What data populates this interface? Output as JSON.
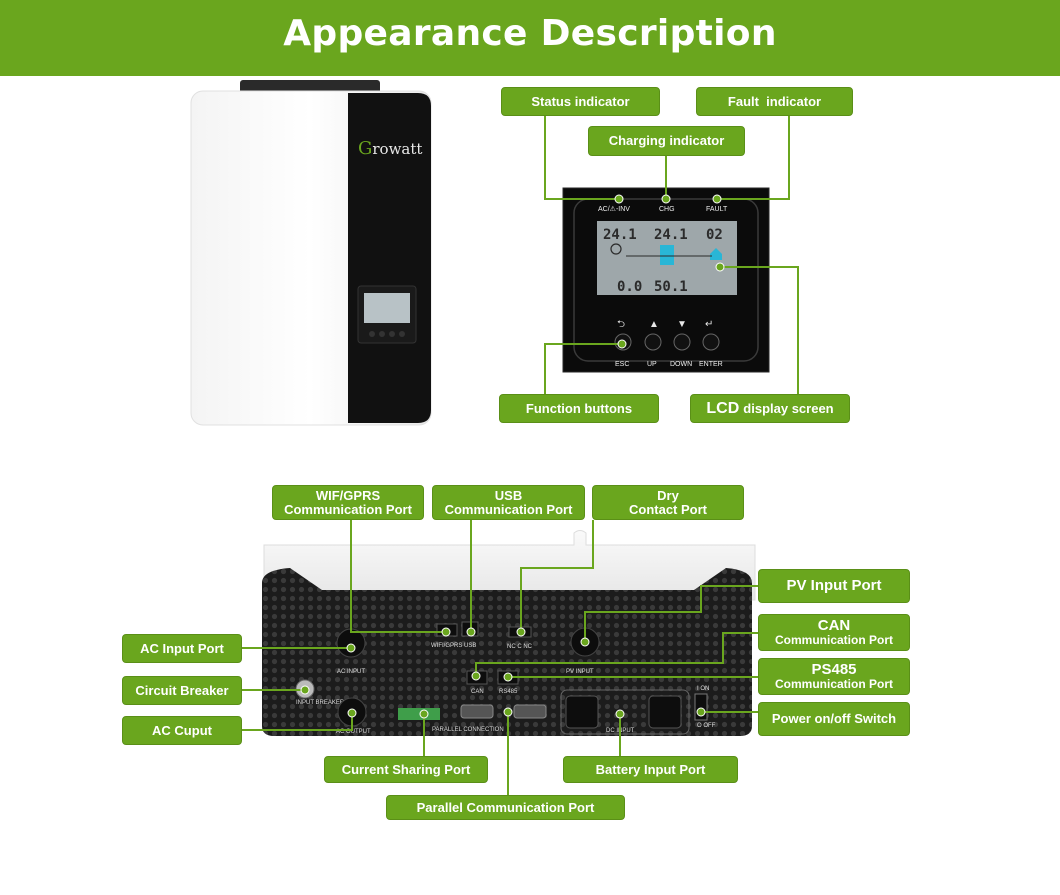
{
  "banner": {
    "title": "Appearance Description"
  },
  "brand": {
    "logo_text": "Growatt"
  },
  "colors": {
    "accent": "#6aa61e",
    "panel": "#111111",
    "lcd": "#9ea7aa"
  },
  "front_panel": {
    "indicator_labels": [
      "AC/⚠-INV",
      "CHG",
      "FAULT"
    ],
    "lcd": {
      "top_left": "24.1",
      "top_mid": "24.1",
      "top_right": "02",
      "bottom_left": "0.0",
      "bottom_mid": "50.1"
    },
    "button_labels": [
      "ESC",
      "UP",
      "DOWN",
      "ENTER"
    ]
  },
  "callouts": {
    "status_indicator": "Status indicator",
    "fault_indicator": "Fault  indicator",
    "charging_indicator": "Charging indicator",
    "function_buttons": "Function buttons",
    "lcd_screen_a": "LCD",
    "lcd_screen_b": "display screen",
    "wifi_port_1": "WIF/GPRS",
    "wifi_port_2": "Communication Port",
    "usb_port_1": "USB",
    "usb_port_2": "Communication Port",
    "dry_port_1": "Dry",
    "dry_port_2": "Contact Port",
    "ac_input_port": "AC Input Port",
    "circuit_breaker": "Circuit Breaker",
    "ac_output": "AC Cuput",
    "pv_input_port": "PV Input Port",
    "can_port_1": "CAN",
    "can_port_2": "Communication Port",
    "rs485_port_1": "PS485",
    "rs485_port_2": "Communication Port",
    "power_switch": "Power on/off Switch",
    "current_sharing_port": "Current Sharing Port",
    "battery_input_port": "Battery Input Port",
    "parallel_comm_port": "Parallel Communication Port"
  },
  "bottom_panel": {
    "port_labels": {
      "ac_input": "AC INPUT",
      "wifi": "WIFI/GPRS",
      "usb": "USB",
      "dry": "NC  C  NC",
      "pv": "PV INPUT",
      "can": "CAN",
      "rs485": "RS485",
      "breaker": "INPUT BREAKER",
      "ac_output": "AC OUTPUT",
      "parallel": "PARALLEL  CONNECTION",
      "dc_input": "DC INPUT",
      "on": "I  ON",
      "off": "O  OFF"
    }
  }
}
